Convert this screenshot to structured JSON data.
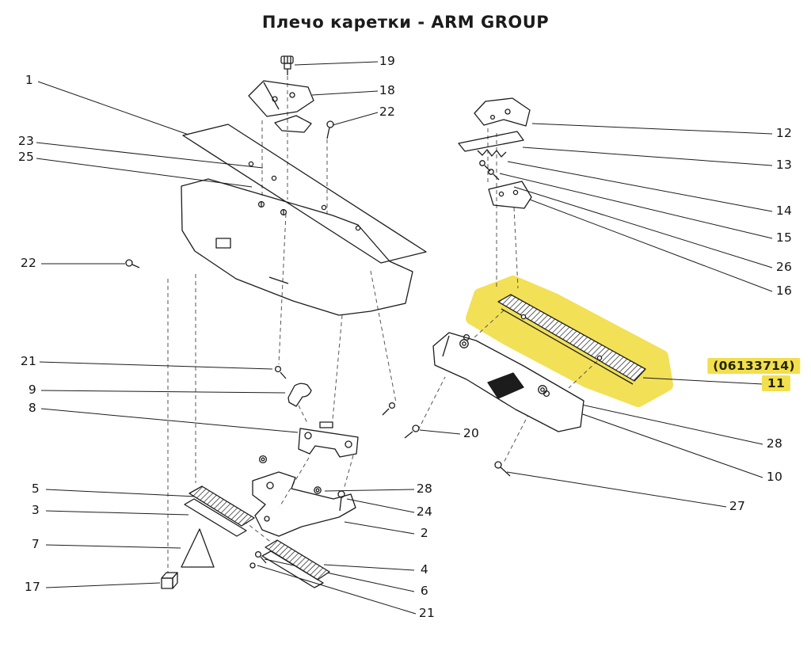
{
  "title": "Плечо каретки - ARM GROUP",
  "part_number": "(06133714)",
  "highlight_color": "#f2df4e",
  "callouts": {
    "c1": "1",
    "c2": "2",
    "c3": "3",
    "c4": "4",
    "c5": "5",
    "c6": "6",
    "c7": "7",
    "c8": "8",
    "c9": "9",
    "c10": "10",
    "c11": "11",
    "c12": "12",
    "c13": "13",
    "c14": "14",
    "c15": "15",
    "c16": "16",
    "c17": "17",
    "c18": "18",
    "c19": "19",
    "c20": "20",
    "c21a": "21",
    "c21b": "21",
    "c22a": "22",
    "c22b": "22",
    "c23": "23",
    "c24": "24",
    "c25": "25",
    "c26": "26",
    "c27": "27",
    "c28a": "28",
    "c28b": "28"
  }
}
